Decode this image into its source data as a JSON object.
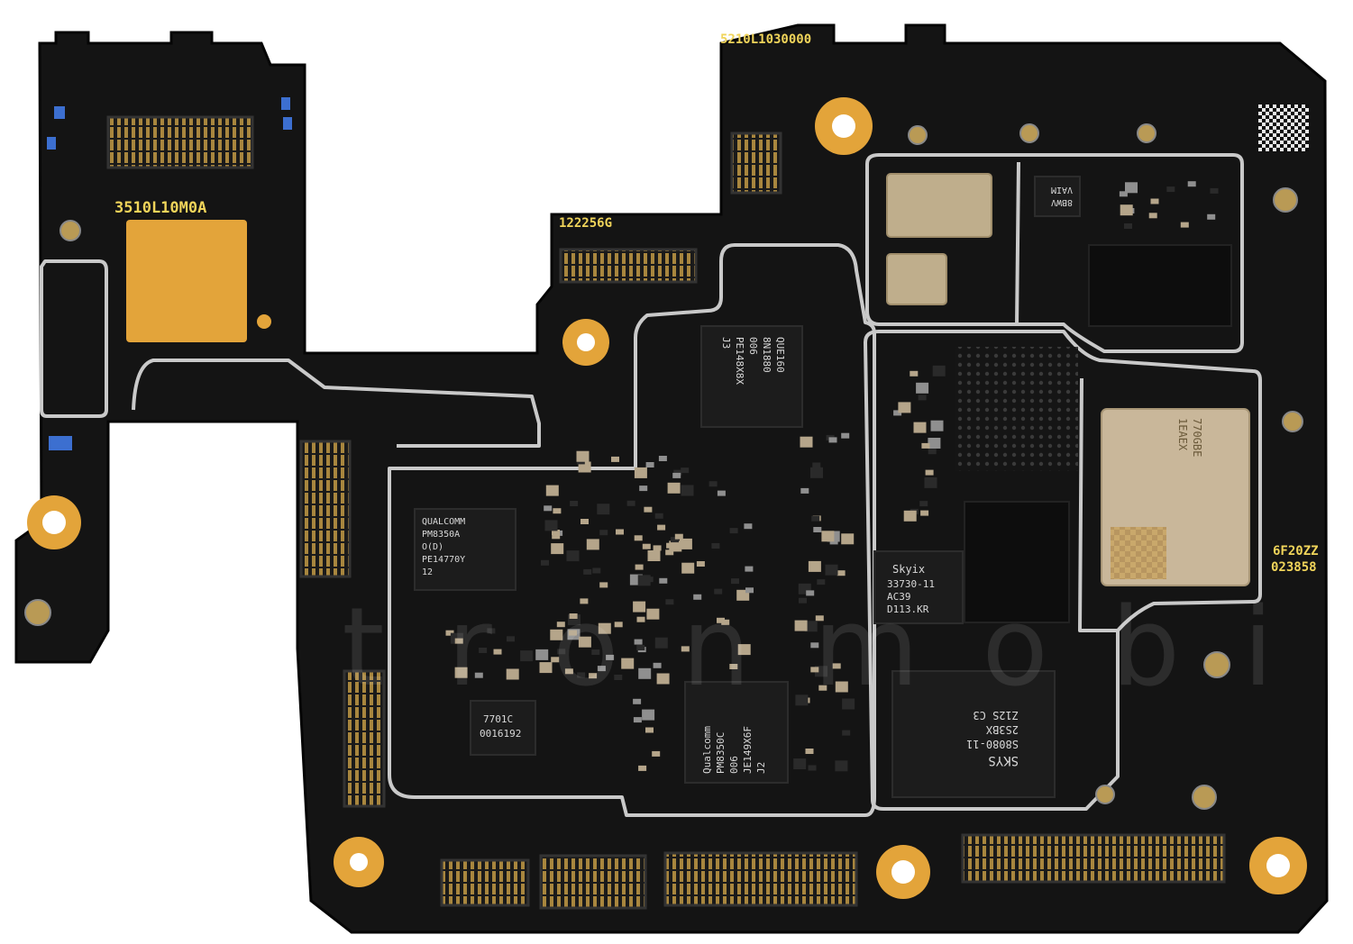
{
  "image": {
    "subject": "smartphone-logic-board",
    "colors": {
      "background": "#ffffff",
      "board": "#141414",
      "board_edge": "#0a0a0a",
      "gold_pad": "#e3a43a",
      "shield": "#c9c9c9",
      "chip": "#1c1c1c",
      "ceramic": "#b5a58a",
      "blue_part": "#3c6fd0"
    }
  },
  "silkscreen": {
    "top_left": "3510L10M0A",
    "top_right": "5210L1030000",
    "middle": "122256G",
    "right_line1": "6F20ZZ",
    "right_line2": "023858"
  },
  "chips": {
    "pmic_left": {
      "line1": "QUALCOMM",
      "line2": "PM8350A",
      "line3": "O(D)",
      "line4": "PE14770Y",
      "line5": "12"
    },
    "pmic_top": {
      "line1": "QUE160",
      "line2": "8N1880",
      "line3": "006",
      "line4": "PE148X8X",
      "line5": "J3"
    },
    "pmic_bottom": {
      "line1": "Qualcomm",
      "line2": "PM8350C",
      "line3": "006",
      "line4": "JE149X6F",
      "line5": "J2"
    },
    "small_left": {
      "line1": "7701C",
      "line2": "0016192"
    },
    "skyworks_a": {
      "line1": "Skyix",
      "line2": "33730-11",
      "line3": "AC39",
      "line4": "D113.KR"
    },
    "skyworks_b": {
      "line1": "SKYS",
      "line2": "S8080-11",
      "line3": "2S3BX",
      "line4": "Z12S C3"
    },
    "module_right": {
      "line1": "770GBE",
      "line2": "1EAEX"
    },
    "small_top": {
      "line1": "8BWV",
      "line2": "VAIM"
    }
  },
  "watermark": {
    "text": "ictronmobile"
  }
}
